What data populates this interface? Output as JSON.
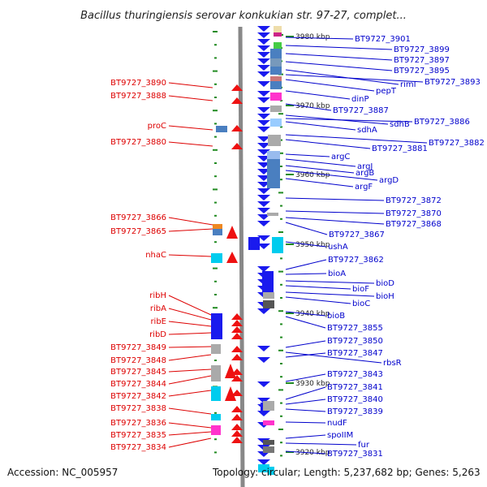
{
  "title": "Bacillus thuringiensis serovar konkukian str. 97-27, complet...",
  "footer": {
    "accession": "Accession: NC_005957",
    "topology": "Topology: circular; Length: 5,237,682 bp; Genes: 5,263"
  },
  "colors": {
    "left_labels": "#dd0000",
    "right_labels": "#0000cc",
    "backbone": "#888888",
    "tick": "#228b22",
    "forward_arrow": "#ee1111",
    "reverse_arrow": "#1a1aee"
  },
  "kbp_markers": [
    "3980 kbp",
    "3970 kbp",
    "3960 kbp",
    "3950 kbp",
    "3940 kbp",
    "3930 kbp",
    "3920 kbp"
  ],
  "left_genes": [
    "BT9727_3890",
    "BT9727_3888",
    "proC",
    "BT9727_3880",
    "BT9727_3866",
    "BT9727_3865",
    "nhaC",
    "ribH",
    "ribA",
    "ribE",
    "ribD",
    "BT9727_3849",
    "BT9727_3848",
    "BT9727_3845",
    "BT9727_3844",
    "BT9727_3842",
    "BT9727_3838",
    "BT9727_3836",
    "BT9727_3835",
    "BT9727_3834"
  ],
  "right_genes": [
    "BT9727_3901",
    "BT9727_3899",
    "BT9727_3897",
    "BT9727_3895",
    "rimI",
    "BT9727_3893",
    "pepT",
    "dinP",
    "BT9727_3887",
    "sdhB",
    "BT9727_3886",
    "sdhA",
    "BT9727_3881",
    "BT9727_3882",
    "argC",
    "argJ",
    "argB",
    "argD",
    "argF",
    "BT9727_3872",
    "BT9727_3870",
    "BT9727_3868",
    "BT9727_3867",
    "ushA",
    "BT9727_3862",
    "bioA",
    "bioD",
    "bioF",
    "bioH",
    "bioC",
    "bioB",
    "BT9727_3855",
    "BT9727_3850",
    "BT9727_3847",
    "rbsR",
    "BT9727_3843",
    "BT9727_3841",
    "BT9727_3840",
    "BT9727_3839",
    "nudF",
    "spoIIM",
    "fur",
    "BT9727_3831"
  ]
}
